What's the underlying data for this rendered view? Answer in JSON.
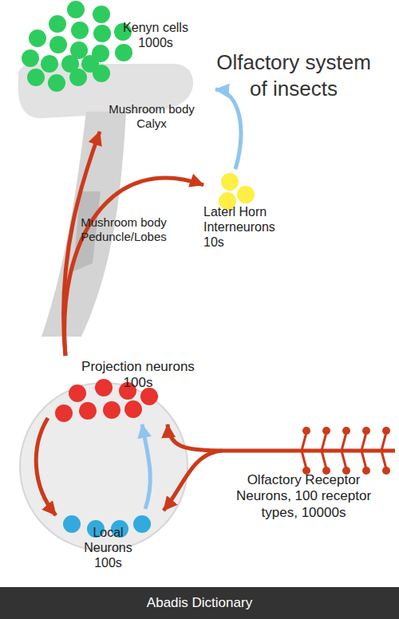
{
  "diagram": {
    "title": "Olfactory system of insects",
    "nodes": [
      {
        "text": [
          "Kenyn cells 1000s"
        ]
      },
      {
        "text": [
          "Mushroom body Calyx"
        ]
      },
      {
        "text": [
          "Laterl Horn Interneurons 10s"
        ]
      },
      {
        "text": [
          "Mushroom body Peduncle/Lobes"
        ]
      },
      {
        "text": [
          "Projection neurons 100s"
        ]
      },
      {
        "text": [
          "Local Neurons 100s"
        ]
      },
      {
        "text": [
          "Olfactory Receptor Neurons, 100 receptor types, 10000s"
        ]
      }
    ],
    "edges": [
      {
        "from": 4,
        "to": 1,
        "arrow": "to"
      },
      {
        "from": 4,
        "to": 2,
        "arrow": "to"
      },
      {
        "from": 2,
        "to": 1,
        "arrow": "to"
      },
      {
        "from": 6,
        "to": 4,
        "arrow": "to"
      },
      {
        "from": 6,
        "to": 5,
        "arrow": "to"
      },
      {
        "from": 4,
        "to": 5,
        "arrow": "to"
      },
      {
        "from": 5,
        "to": 4,
        "arrow": "to"
      }
    ],
    "labels": [
      "Abadis Dictionary"
    ]
  }
}
